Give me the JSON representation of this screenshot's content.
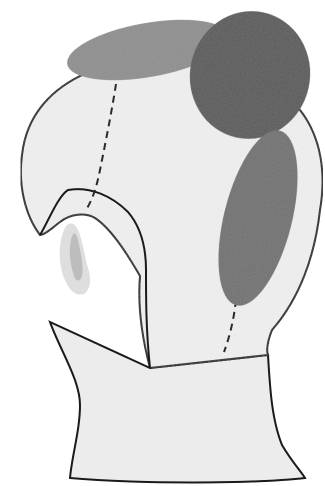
{
  "colors": {
    "background": "#ffffff",
    "head_fill": "#f1f1f1",
    "body_fill": "#ececec",
    "outline": "#1a1a1a",
    "ellipse_front": "#8e8e8e",
    "ellipse_crown": "#575757",
    "ellipse_back": "#707070",
    "ear_fill": "#dedede",
    "ear_shade": "#bdbdbd",
    "cut_line": "#2a2a2a"
  },
  "figure": {
    "subject": "head-silhouette-rear-three-quarter",
    "regions": [
      {
        "id": "front-top",
        "shape": "ellipse",
        "tone": "ellipse_front"
      },
      {
        "id": "crown",
        "shape": "ellipse",
        "tone": "ellipse_crown"
      },
      {
        "id": "back",
        "shape": "ellipse",
        "tone": "ellipse_back"
      }
    ],
    "dashed_lines": 2
  }
}
